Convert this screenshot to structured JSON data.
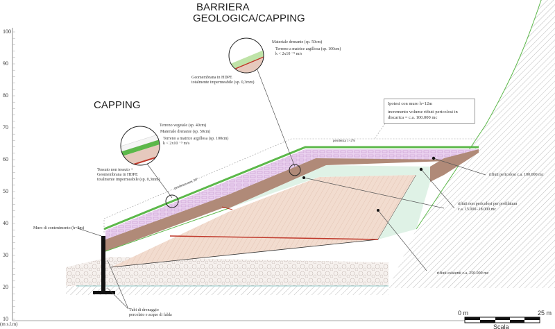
{
  "titles": {
    "barriera": "BARRIERA",
    "geologica": "GEOLOGICA/CAPPING",
    "capping": "CAPPING"
  },
  "axis": {
    "ticks": [
      "100",
      "90",
      "80",
      "70",
      "60",
      "50",
      "40",
      "30",
      "20",
      "10"
    ],
    "unit": "(m s.l.m)"
  },
  "detail_top": {
    "drainage": "Materiale drenante (sp. 50cm)",
    "clay": "Terreno a matrice argillosa (sp. 100cm)",
    "k": "k < 2x10 ⁻⁹ m/s",
    "geomembrane_1": "Geomembrana in HDPE",
    "geomembrane_2": "totalmente impermeabile (sp. 0,3mm)"
  },
  "detail_capping": {
    "vegetal": "Terreno vegetale (sp. 40cm)",
    "drainage": "Materiale drenante (sp. 50cm)",
    "clay": "Terreno a matrice argillosa (sp. 100cm)",
    "k": "k < 2x10 ⁻⁹ m/s",
    "tnt_1": "Tessuto non tessuto +",
    "tnt_2": "Geomembrana in HDPE",
    "tnt_3": "totalmente impermeabile (sp. 0,3mm)"
  },
  "hypothesis": {
    "line1": "Ipotesi con muro h=12m",
    "line2": "incremento volume rifiuti pericolosi in",
    "line3": "discarica = c.a. 100.000 mc"
  },
  "slopes": {
    "top": "pendenza 1÷2%",
    "side": "pendenza max 30°"
  },
  "labels": {
    "hazardous": "rifiuti pericolosi c.a. 100.000 mc",
    "nonhazardous_1": "rifiuti non pericolosi per profilatura",
    "nonhazardous_2": "c.a. 15.000÷18.000 mc",
    "existing": "rifiuti esistenti c.a. 250.000 mc",
    "wall": "Muro di contenimento (h=8m)",
    "pipes_1": "Tubi di drenaggio",
    "pipes_2": "percolato e acque di falda"
  },
  "scale": {
    "start": "0 m",
    "end": "25 m",
    "label": "Scala"
  },
  "colors": {
    "green": "#5cb84a",
    "red": "#c0392b",
    "purple": "#e8cdee",
    "brown": "#b08a78",
    "beige": "#f2dccf",
    "mint": "#dff2e6"
  }
}
